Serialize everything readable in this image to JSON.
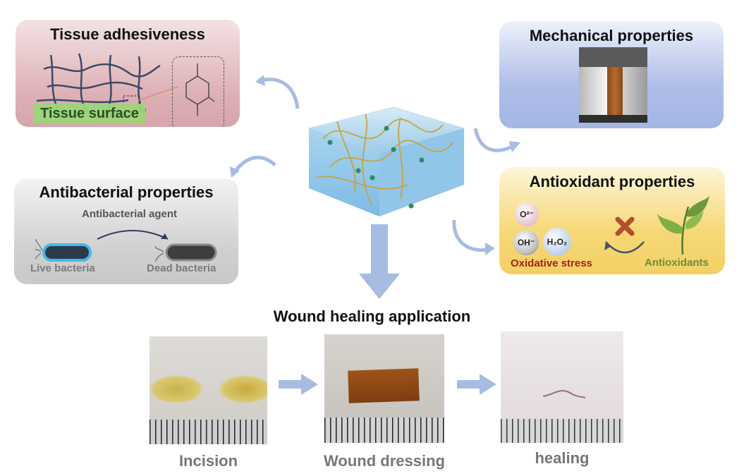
{
  "panels": {
    "tissue": {
      "title": "Tissue adhesiveness",
      "surface_label": "Tissue surface"
    },
    "mechanical": {
      "title": "Mechanical properties"
    },
    "antibacterial": {
      "title": "Antibacterial properties",
      "agent_label": "Antibacterial agent",
      "live_label": "Live bacteria",
      "dead_label": "Dead bacteria"
    },
    "antioxidant": {
      "title": "Antioxidant properties",
      "ion1": "O²⁻",
      "ion2": "OH⁻",
      "ion3": "H₂O₂",
      "stress_label": "Oxidative stress",
      "antioxidants_label": "Antioxidants"
    }
  },
  "wound": {
    "title": "Wound healing application",
    "steps": [
      "Incision",
      "Wound dressing",
      "healing"
    ]
  },
  "colors": {
    "arrow": "#a7bce2",
    "tissue_bg": "#ddb0b5",
    "mech_bg": "#aebee8",
    "anti_bg": "#cfcfcf",
    "oxi_bg": "#f6d877",
    "stress_text": "#a3231b",
    "antioxidant_text": "#6d8b3e"
  },
  "icons": [
    "curved-arrow-icon",
    "down-arrow-icon",
    "right-arrow-icon",
    "cross-icon",
    "leaf-icon",
    "bacterium-icon",
    "hydrogel-block-icon"
  ]
}
